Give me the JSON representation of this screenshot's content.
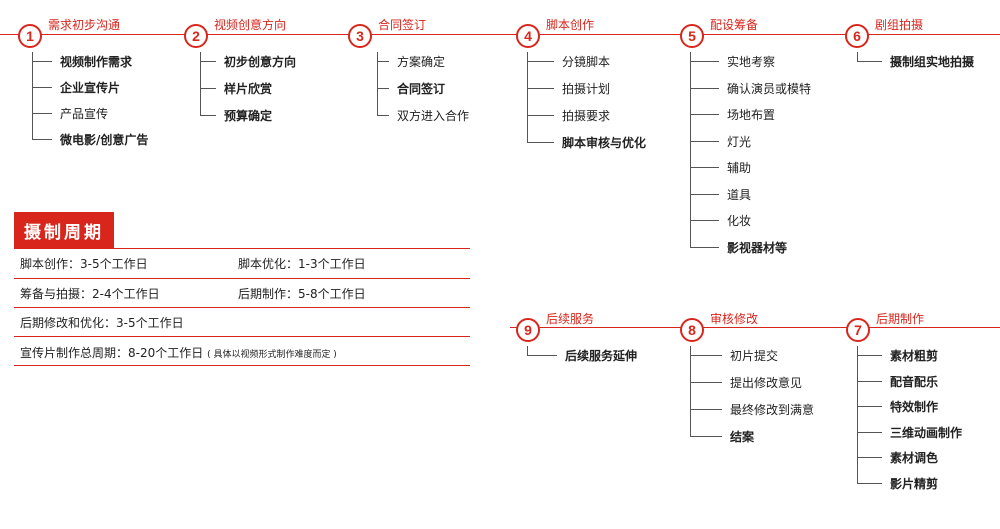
{
  "steps": [
    {
      "num": "1",
      "title": "需求初步沟通",
      "items": [
        {
          "t": "视频制作需求",
          "b": true
        },
        {
          "t": "企业宣传片",
          "b": true
        },
        {
          "t": "产品宣传",
          "b": false
        },
        {
          "t": "微电影/创意广告",
          "b": true
        }
      ]
    },
    {
      "num": "2",
      "title": "视频创意方向",
      "items": [
        {
          "t": "初步创意方向",
          "b": true
        },
        {
          "t": "样片欣赏",
          "b": true
        },
        {
          "t": "预算确定",
          "b": true
        }
      ]
    },
    {
      "num": "3",
      "title": "合同签订",
      "items": [
        {
          "t": "方案确定",
          "b": false
        },
        {
          "t": "合同签订",
          "b": true
        },
        {
          "t": "双方进入合作",
          "b": false
        }
      ]
    },
    {
      "num": "4",
      "title": "脚本创作",
      "items": [
        {
          "t": "分镜脚本",
          "b": false
        },
        {
          "t": "拍摄计划",
          "b": false
        },
        {
          "t": "拍摄要求",
          "b": false
        },
        {
          "t": "脚本审核与优化",
          "b": true
        }
      ]
    },
    {
      "num": "5",
      "title": "配设筹备",
      "items": [
        {
          "t": "实地考察",
          "b": false
        },
        {
          "t": "确认演员或模特",
          "b": false
        },
        {
          "t": "场地布置",
          "b": false
        },
        {
          "t": "灯光",
          "b": false
        },
        {
          "t": "辅助",
          "b": false
        },
        {
          "t": "道具",
          "b": false
        },
        {
          "t": "化妆",
          "b": false
        },
        {
          "t": "影视器材等",
          "b": true
        }
      ]
    },
    {
      "num": "6",
      "title": "剧组拍摄",
      "items": [
        {
          "t": "摄制组实地拍摄",
          "b": true
        }
      ]
    },
    {
      "num": "9",
      "title": "后续服务",
      "items": [
        {
          "t": "后续服务延伸",
          "b": true
        }
      ]
    },
    {
      "num": "8",
      "title": "审核修改",
      "items": [
        {
          "t": "初片提交",
          "b": false
        },
        {
          "t": "提出修改意见",
          "b": false
        },
        {
          "t": "最终修改到满意",
          "b": false
        },
        {
          "t": "结案",
          "b": true
        }
      ]
    },
    {
      "num": "7",
      "title": "后期制作",
      "items": [
        {
          "t": "素材粗剪",
          "b": true
        },
        {
          "t": "配音配乐",
          "b": true
        },
        {
          "t": "特效制作",
          "b": true
        },
        {
          "t": "三维动画制作",
          "b": true
        },
        {
          "t": "素材调色",
          "b": true
        },
        {
          "t": "影片精剪",
          "b": true
        }
      ]
    }
  ],
  "cycle": {
    "title": "摄制周期",
    "rows": [
      {
        "a": "脚本创作：3-5个工作日",
        "b": "脚本优化：1-3个工作日"
      },
      {
        "a": "筹备与拍摄：2-4个工作日",
        "b": "后期制作：5-8个工作日"
      },
      {
        "a": "后期修改和优化：3-5个工作日",
        "b": ""
      },
      {
        "a": "宣传片制作总周期：8-20个工作日",
        "note": "( 具体以视频形式制作难度而定 )"
      }
    ]
  }
}
